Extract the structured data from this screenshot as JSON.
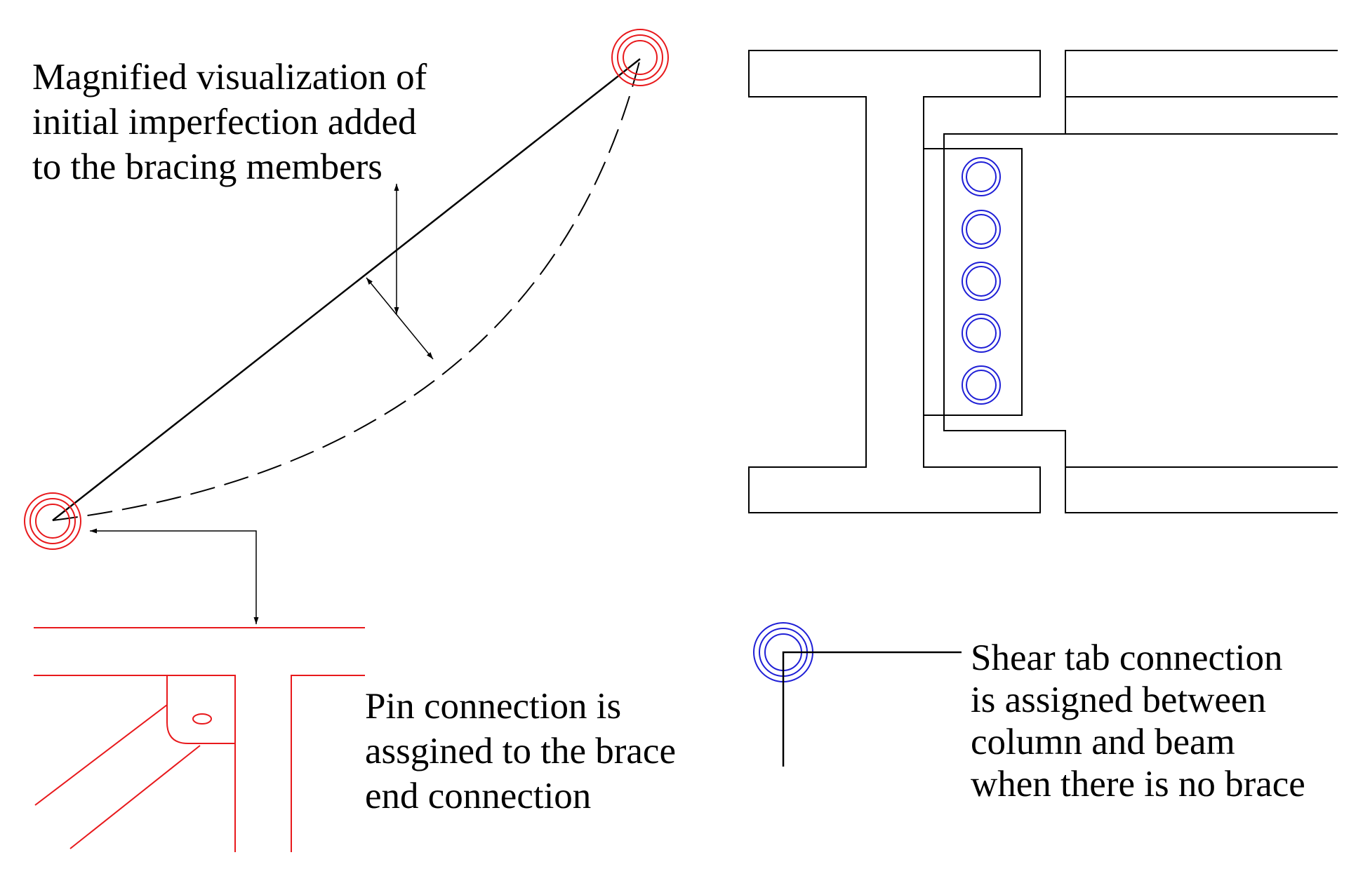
{
  "colors": {
    "ink": "#000000",
    "pin": "#e8191c",
    "bolt": "#1f1fd6",
    "background": "#ffffff"
  },
  "annotations": {
    "imperfection": {
      "lines": [
        "Magnified visualization of",
        "initial imperfection added",
        "to the bracing members"
      ]
    },
    "pin": {
      "lines": [
        "Pin connection is",
        "assgined to the brace",
        "end connection"
      ]
    },
    "shear": {
      "lines": [
        "Shear tab connection",
        "is assigned between",
        "column and beam",
        "when there is no brace"
      ]
    }
  },
  "symbols": {
    "pin_connection_icon": "red-concentric-circles-icon",
    "shear_tab_icon": "blue-concentric-circles-icon",
    "bolt_count": 5
  }
}
